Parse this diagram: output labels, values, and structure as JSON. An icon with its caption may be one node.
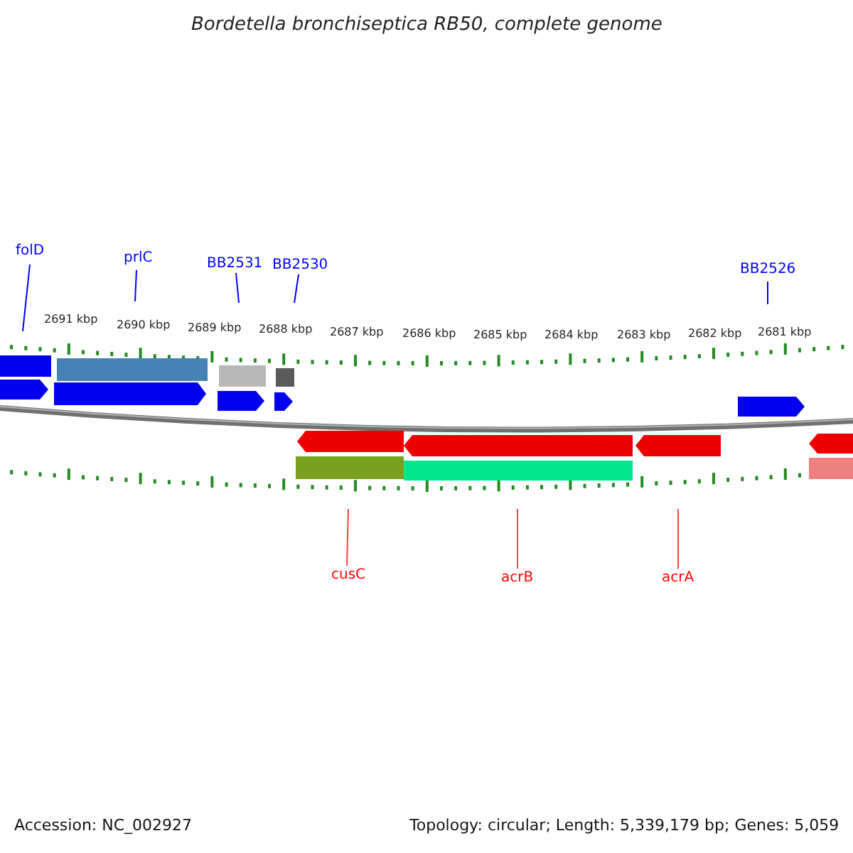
{
  "diagram": {
    "title": "Bordetella bronchiseptica RB50, complete genome",
    "nodes": [
      {
        "text": [
          "folD"
        ]
      },
      {
        "text": [
          "prlC"
        ]
      },
      {
        "text": [
          "BB2531"
        ]
      },
      {
        "text": [
          "BB2530"
        ]
      },
      {
        "text": [
          "BB2526"
        ]
      },
      {
        "text": [
          "cusC"
        ]
      },
      {
        "text": [
          "acrB"
        ]
      },
      {
        "text": [
          "acrA"
        ]
      }
    ],
    "edges": [
      {
        "from": 0,
        "to": null,
        "arrow": "none"
      },
      {
        "from": 1,
        "to": null,
        "arrow": "none"
      },
      {
        "from": 2,
        "to": null,
        "arrow": "none"
      },
      {
        "from": 3,
        "to": null,
        "arrow": "none"
      },
      {
        "from": 4,
        "to": null,
        "arrow": "none"
      },
      {
        "from": null,
        "to": 5,
        "arrow": "none",
        "color": "#ff4040"
      },
      {
        "from": null,
        "to": 6,
        "arrow": "none",
        "color": "#ff4040"
      },
      {
        "from": null,
        "to": 7,
        "arrow": "none",
        "color": "#ff4040"
      }
    ],
    "labels": [
      "2691 kbp",
      "2690 kbp",
      "2689 kbp",
      "2688 kbp",
      "2687 kbp",
      "2686 kbp",
      "2685 kbp",
      "2684 kbp",
      "2683 kbp",
      "2682 kbp",
      "2681 kbp",
      "Accession: NC_002927",
      "Topology: circular; Length: 5,339,179 bp; Genes: 5,059"
    ]
  }
}
